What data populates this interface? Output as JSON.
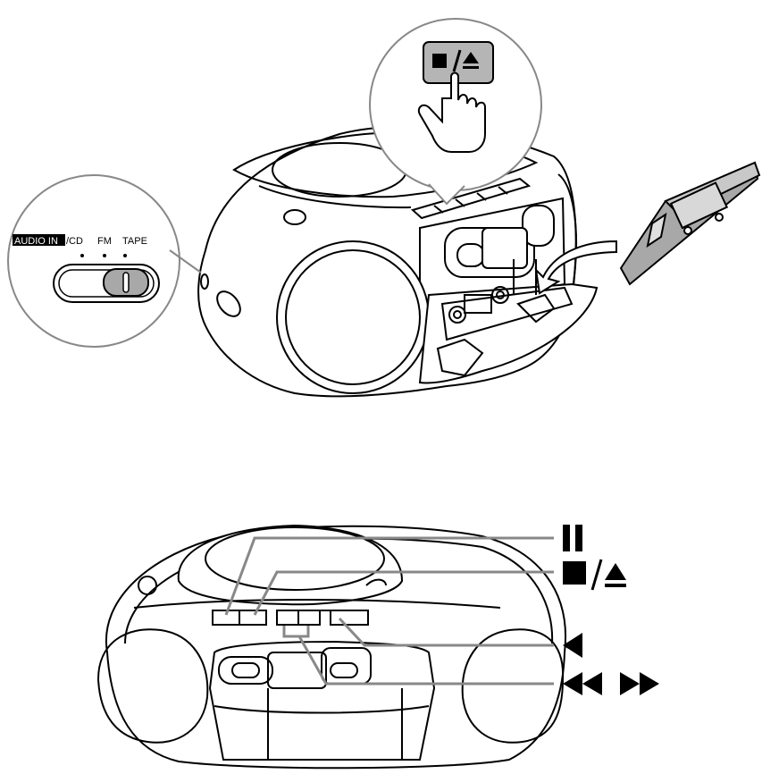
{
  "switch_panel": {
    "audio_in": "AUDIO IN",
    "cd": "/CD",
    "fm": "FM",
    "tape": "TAPE"
  },
  "button_symbols": {
    "pause": "pause-symbol",
    "stop_eject": "stop-eject-symbol",
    "play": "play-symbol",
    "rewind_ffwd": "rewind-fastforward-symbol"
  }
}
